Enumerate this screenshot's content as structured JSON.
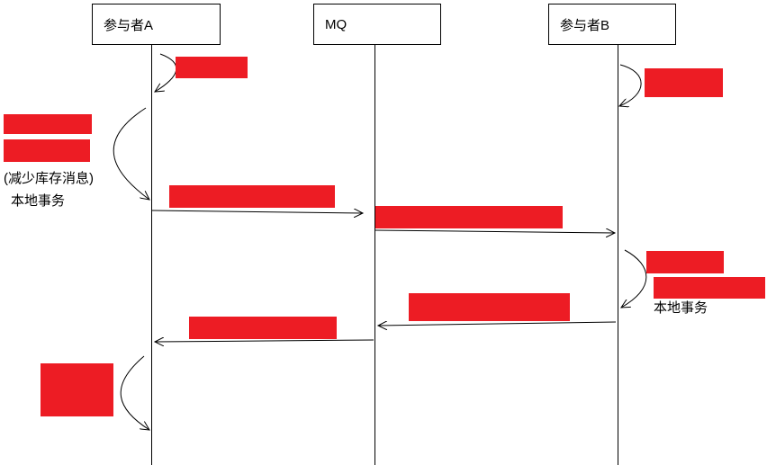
{
  "participants": {
    "a": "参与者A",
    "mq": "MQ",
    "b": "参与者B"
  },
  "notes": {
    "a_msg": "(减少库存消息)",
    "a_tx": "本地事务",
    "b_tx": "本地事务"
  },
  "colors": {
    "redaction": "#ed1c24",
    "line": "#000000"
  }
}
